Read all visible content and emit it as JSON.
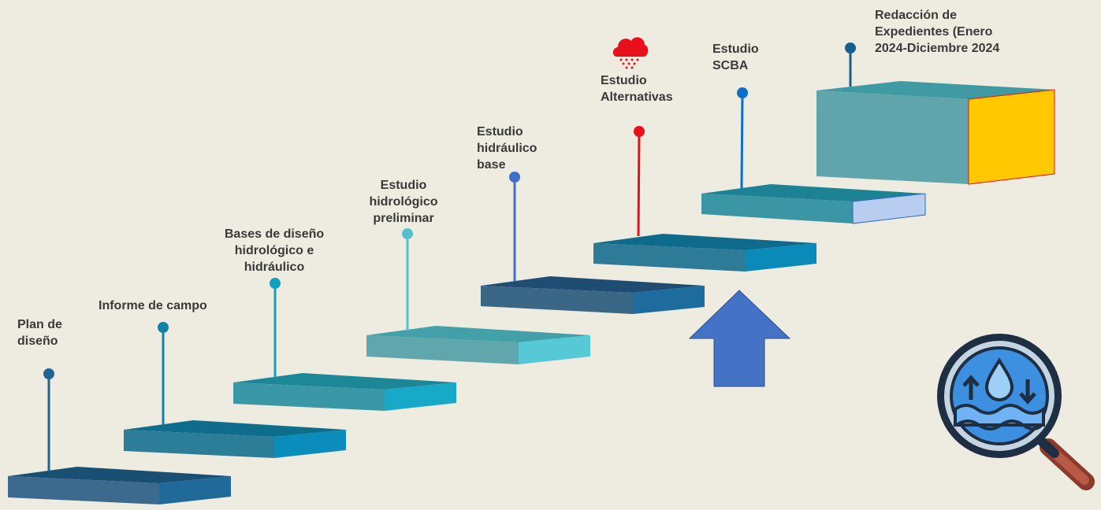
{
  "steps": [
    {
      "label": "Plan de\ndiseño",
      "pin_color": "#1f6591",
      "top_color": "#1a4f74",
      "front_color": "#3b6a8e",
      "side_color": "#1f6a99"
    },
    {
      "label": "Informe de campo",
      "pin_color": "#0e84a8",
      "top_color": "#0d6d8b",
      "front_color": "#2b7d98",
      "side_color": "#0a8dbb"
    },
    {
      "label": "Bases de diseño\nhidrológico e\nhidráulico",
      "pin_color": "#14a0bc",
      "top_color": "#1c8797",
      "front_color": "#3a97a6",
      "side_color": "#18a9c8"
    },
    {
      "label": "Estudio\nhidrológico\npreliminar",
      "pin_color": "#55c0cc",
      "top_color": "#43a0a8",
      "front_color": "#5fa7ad",
      "side_color": "#57c8d6"
    },
    {
      "label": "Estudio\nhidráulico\nbase",
      "pin_color": "#3f6fc6",
      "top_color": "#1e4c72",
      "front_color": "#3b6787",
      "side_color": "#1d6c9d"
    },
    {
      "label": "Estudio\nAlternativas",
      "pin_color": "#e8101a",
      "top_color": "#0e6b8c",
      "front_color": "#2e7b98",
      "side_color": "#0a8ab9"
    },
    {
      "label": "Estudio\nSCBA",
      "pin_color": "#0b6fc9",
      "top_color": "#1d8294",
      "front_color": "#3a95a5",
      "side_color": "#b9cdf0"
    },
    {
      "label": "Redacción de\nExpedientes (Enero\n2024-Diciembre 2024",
      "pin_color": "#1a5e8e",
      "top_color": "#3f9aa3",
      "front_color": "#5fa5ab",
      "side_color": "#ffc800"
    }
  ],
  "icons": {
    "rain_cloud_color": "#e8101a",
    "up_arrow_color": "#4472c4",
    "magnifier_ring_color": "#1e2f44",
    "magnifier_handle_color": "#8b3a2b",
    "water_color": "#3d8fe0"
  }
}
